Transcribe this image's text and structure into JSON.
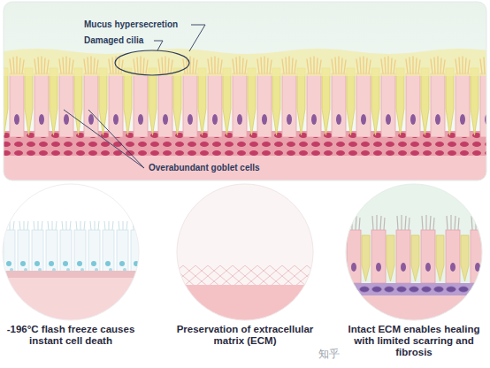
{
  "diagram": {
    "nodes": [
      {
        "text": [
          "-196°C flash freeze causes instant cell death"
        ]
      },
      {
        "text": [
          "Preservation of extracellular matrix (ECM)"
        ]
      },
      {
        "text": [
          "Intact ECM enables healing with limited scarring and fibrosis"
        ]
      }
    ],
    "labels": [
      "Mucus hypersecretion",
      "Damaged cilia",
      "Overabundant goblet cells",
      "知乎"
    ]
  }
}
